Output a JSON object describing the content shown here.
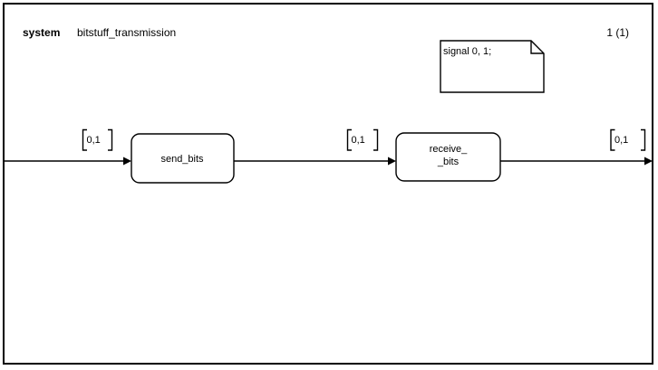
{
  "colors": {
    "ink": "#000000",
    "background": "#ffffff"
  },
  "header": {
    "kind": "system",
    "name": "bitstuff_transmission",
    "page_number": "1 (1)"
  },
  "text_symbol": {
    "content": "signal 0, 1;"
  },
  "blocks": {
    "send": {
      "label": "send_bits"
    },
    "receive": {
      "label_line1": "receive_",
      "label_line2": "_bits"
    }
  },
  "channels": {
    "env_to_send": {
      "signal_list": "0,1"
    },
    "send_to_receive": {
      "signal_list": "0,1"
    },
    "receive_to_env": {
      "signal_list": "0,1"
    }
  }
}
